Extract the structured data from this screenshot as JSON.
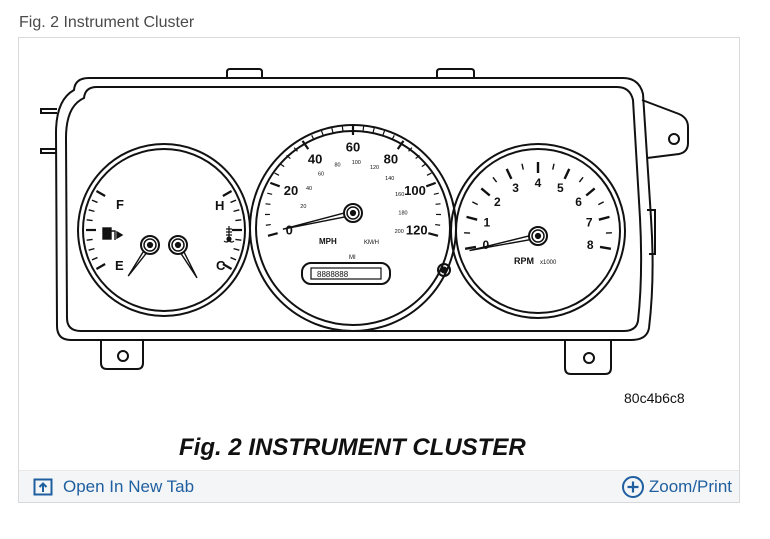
{
  "caption_top": "Fig. 2 Instrument Cluster",
  "figure": {
    "code": "80c4b6c8",
    "title": "Fig. 2 INSTRUMENT CLUSTER"
  },
  "fuel_gauge": {
    "full": "F",
    "empty": "E"
  },
  "temp_gauge": {
    "hot": "H",
    "cold": "C"
  },
  "speedometer": {
    "mph_labels": [
      "0",
      "20",
      "40",
      "60",
      "80",
      "100",
      "120"
    ],
    "kmh_labels": [
      "20",
      "40",
      "60",
      "80",
      "100",
      "120",
      "140",
      "160",
      "180",
      "200"
    ],
    "mph_unit": "MPH",
    "kmh_unit": "KM/H",
    "odometer_unit": "MI",
    "odometer_display": "8888888"
  },
  "tachometer": {
    "labels": [
      "0",
      "1",
      "2",
      "3",
      "4",
      "5",
      "6",
      "7",
      "8"
    ],
    "unit": "RPM",
    "unit_multiplier": "x1000"
  },
  "footer": {
    "open_tab_label": "Open In New Tab",
    "zoom_label": "Zoom/Print"
  },
  "colors": {
    "link": "#1f5f9f",
    "line": "#111111"
  },
  "icons": {
    "open_tab": "open-in-new-tab-icon",
    "zoom": "zoom-plus-icon"
  }
}
